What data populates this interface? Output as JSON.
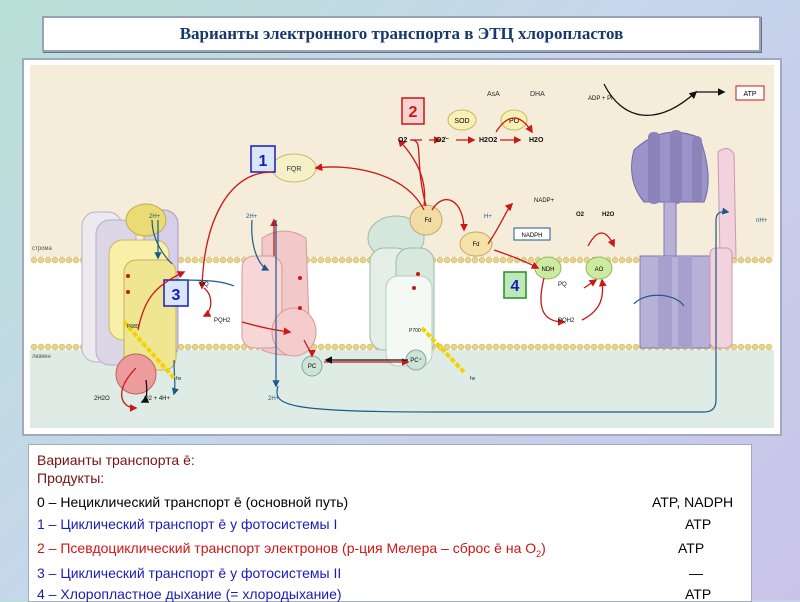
{
  "slide_title": "Варианты электронного транспорта в ЭТЦ хлоропластов",
  "diagram": {
    "badges": [
      {
        "num": "1",
        "color": "#1b1bb8",
        "bg": "#d9e6f8"
      },
      {
        "num": "2",
        "color": "#d21414",
        "bg": "#f5d3d3"
      },
      {
        "num": "3",
        "color": "#1b1bb8",
        "bg": "#d9e6f8"
      },
      {
        "num": "4",
        "color": "#1b1bb8",
        "bg": "#bde8b8"
      }
    ],
    "region_labels": {
      "stroma": "строма",
      "lumen": "люмен"
    },
    "labels": {
      "fqr": "FQR",
      "asa": "AsA",
      "dha": "DHA",
      "sod": "SOD",
      "po": "PO",
      "o2": "O2",
      "o2_radical": "O2̇⁻",
      "h2o2": "H2O2",
      "h2o": "H2O",
      "adp": "ADP + Pi",
      "atp": "ATP",
      "nadp": "NADP+",
      "nadph": "NADPH",
      "hplus": "H+",
      "fd": "Fd",
      "ndh": "NDH",
      "ao": "AO",
      "pq_1": "PQ",
      "pqh2_1": "PQH2",
      "pq_2": "PQ",
      "pqh2_2": "PQH2",
      "p680": "P680",
      "p700": "P700",
      "pc_1": "PC",
      "pc_2": "PC⁺",
      "hv_1": "hv",
      "hv_2": "hv",
      "two_h_1": "2H+",
      "two_h_2": "2H+",
      "two_h_3": "2H+",
      "two_h2o": "2H2O",
      "o2_4h": "O2 + 4H+",
      "nh": "nH+",
      "o2_right": "O2",
      "h2o_right": "H2O"
    }
  },
  "legend": {
    "heading": "Варианты транспорта ē:",
    "products_label": "Продукты:",
    "rows": [
      {
        "text": "0 – Нециклический транспорт ē (основной путь)",
        "product": "ATP, NADPH",
        "color": "#000000"
      },
      {
        "text": "1 – Циклический транспорт ē у фотосистемы I",
        "product": "ATP",
        "color": "#1b1bb8"
      },
      {
        "text_main": "2 – Псевдоциклический транспорт электронов (р-ция Мелера – сброс ē на O",
        "text_sub": "2",
        "text_end": ")",
        "product": "ATP",
        "color": "#d21414"
      },
      {
        "text": "3 – Циклический транспорт ē у фотосистемы II",
        "product": "—",
        "color": "#1b1bb8"
      },
      {
        "text": "4 – Хлоропластное дыхание (= хлородыхание)",
        "product": "ATP",
        "color": "#1b1bb8"
      }
    ]
  }
}
